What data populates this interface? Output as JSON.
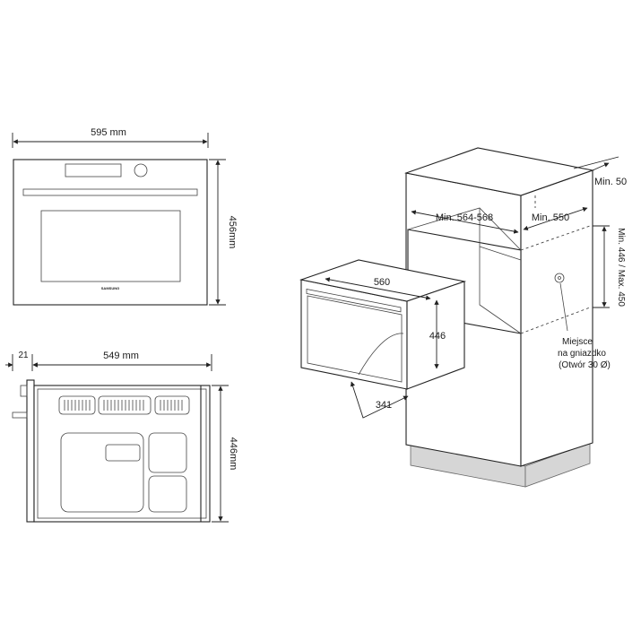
{
  "front_view": {
    "width_label": "595 mm",
    "height_label": "456mm",
    "brand_label": "SAMSUNG"
  },
  "side_view": {
    "offset_label": "21",
    "depth_label": "549 mm",
    "height_label": "446mm"
  },
  "install_view": {
    "unit_width": "560",
    "unit_height": "446",
    "unit_depth": "341",
    "cavity_width": "Min. 564-568",
    "cavity_depth": "Min. 550",
    "top_clearance": "Min. 50",
    "cavity_height": "Min. 446 / Max. 450",
    "socket_line1": "Miejsce",
    "socket_line2": "na gniazdko",
    "socket_line3": "(Otwór 30 Ø)"
  }
}
